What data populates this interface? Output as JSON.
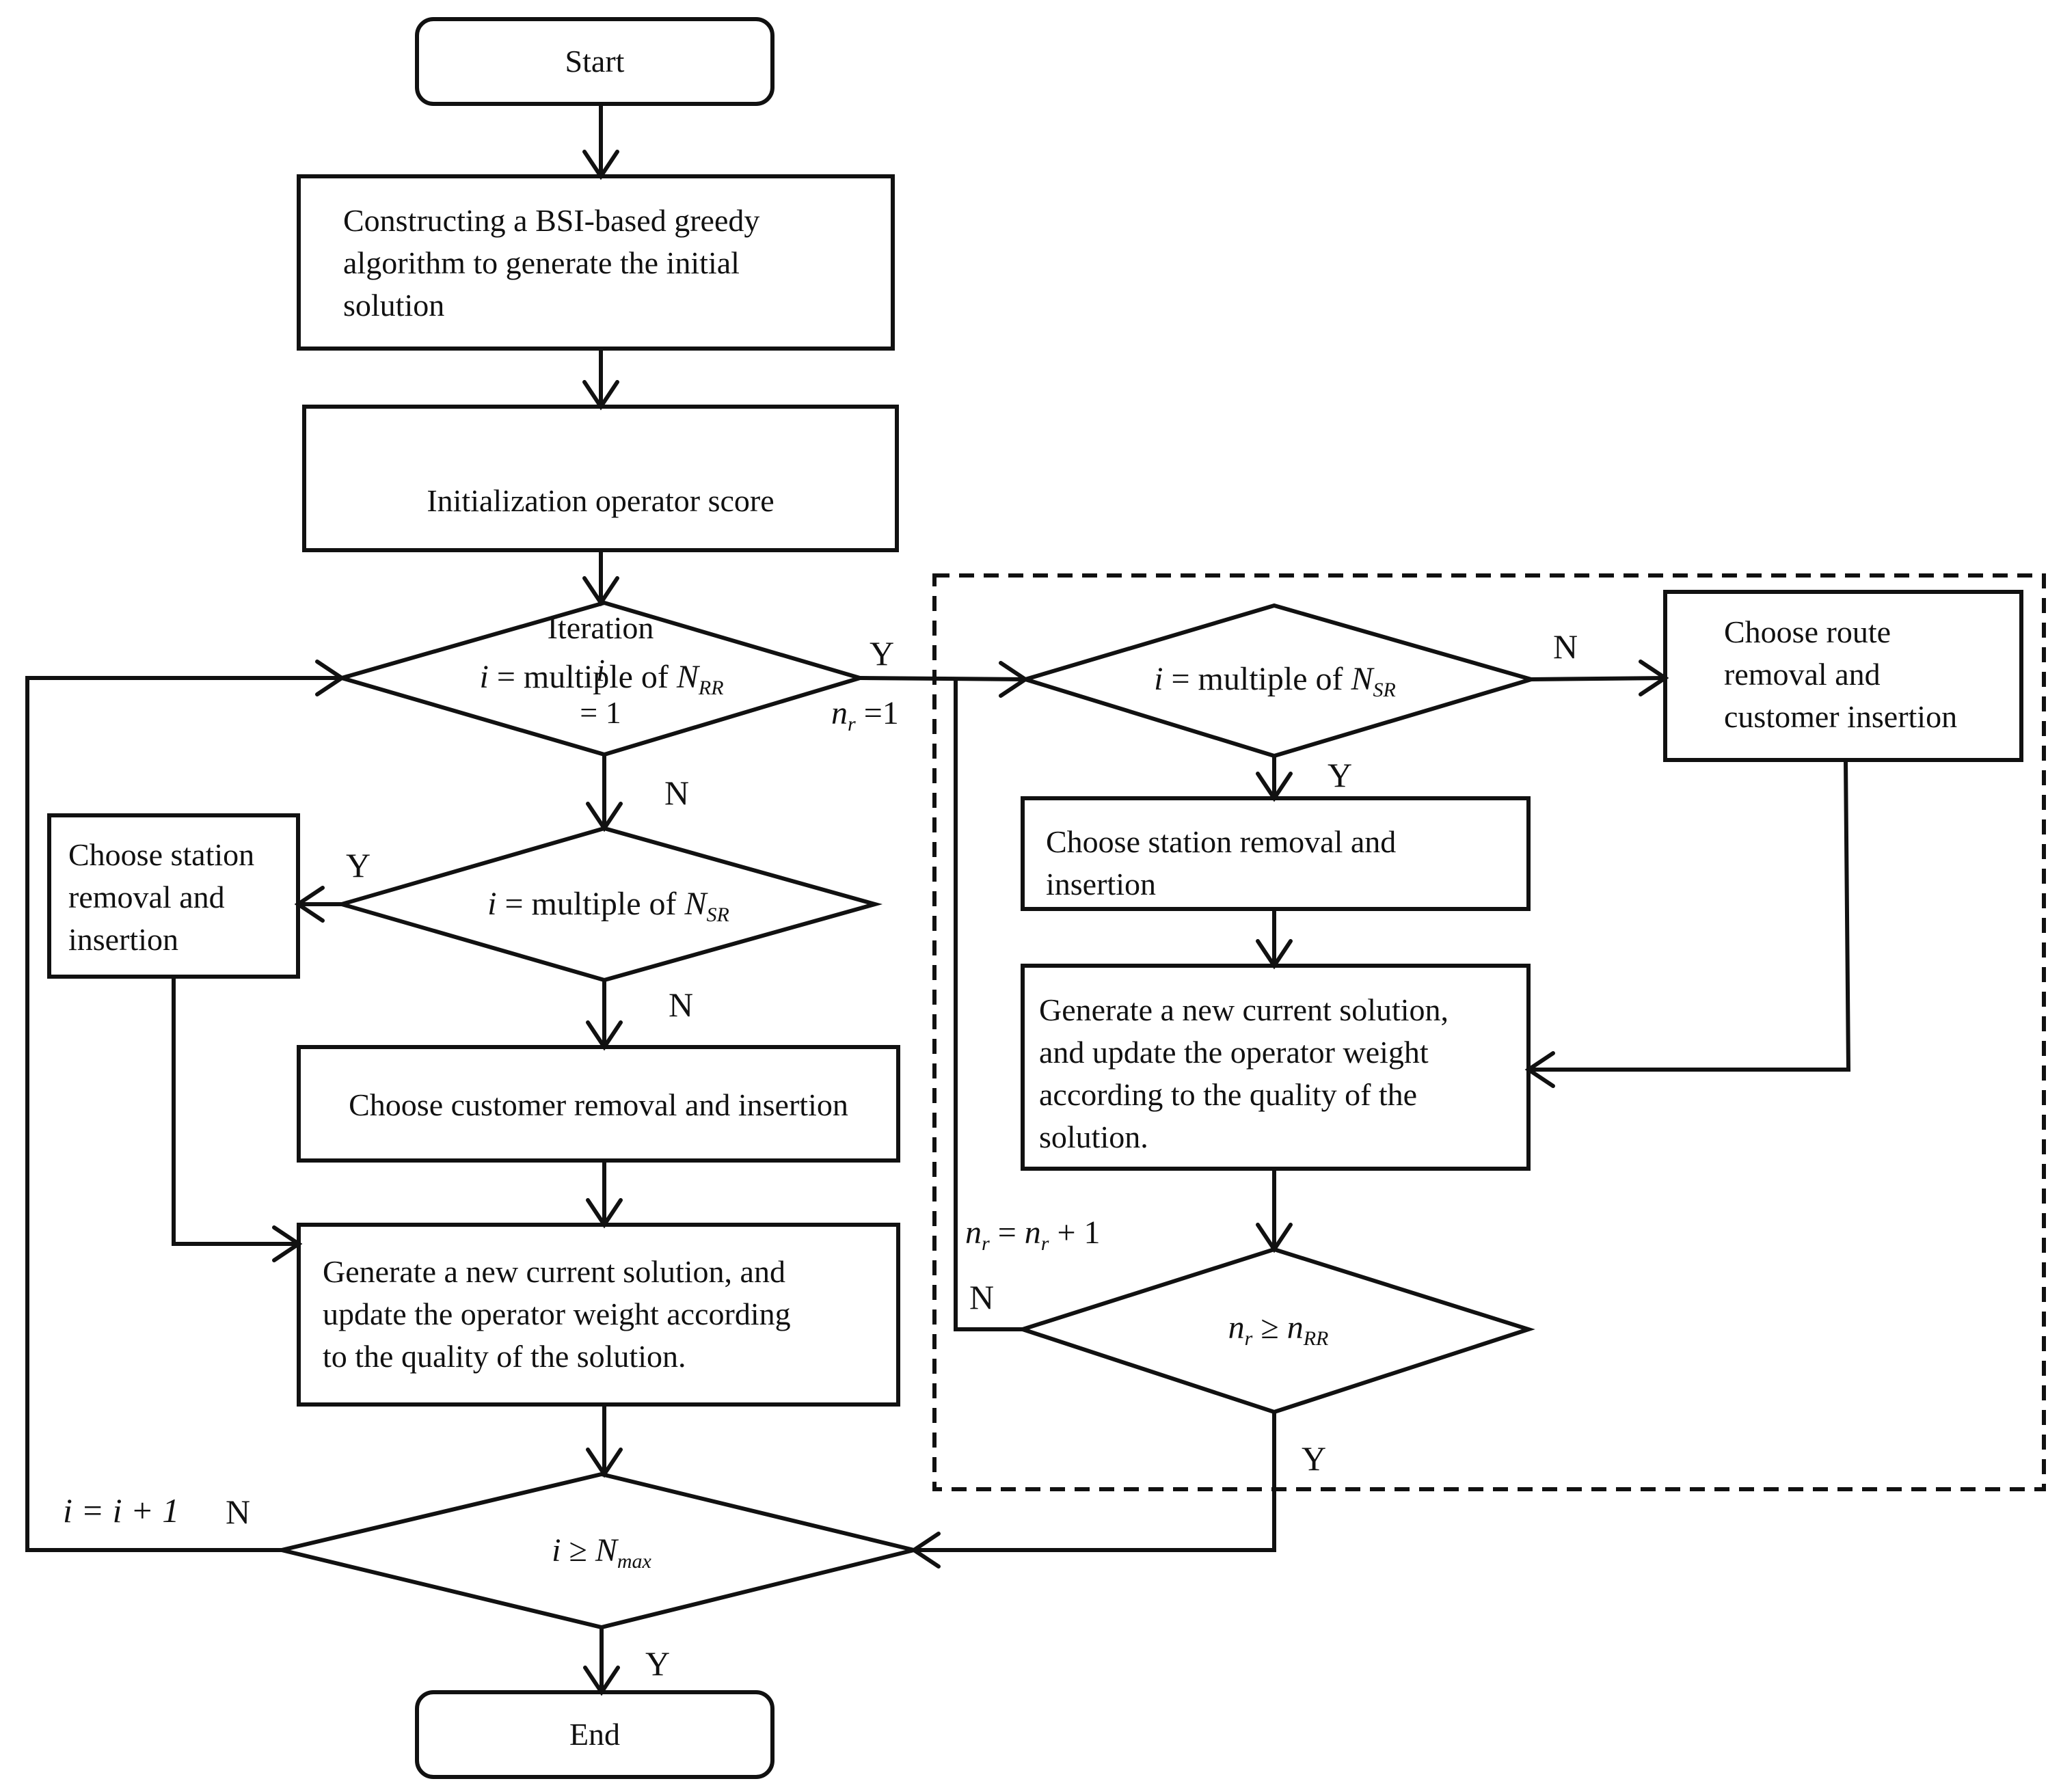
{
  "nodes": {
    "start": "Start",
    "greedy": "Constructing a BSI-based greedy\nalgorithm to generate the initial\nsolution",
    "init_line1": "Initialization operator score",
    "init_line2_prefix": "Iteration",
    "init_var": "i",
    "init_rest": "= 1",
    "d1_var": "i",
    "d1_mid": "= multiple of",
    "d1_N": "N",
    "d1_sub": "RR",
    "d2_var": "i",
    "d2_mid": "= multiple of",
    "d2_N": "N",
    "d2_sub": "SR",
    "station_left": "Choose station\nremoval and\ninsertion",
    "customer": "Choose customer removal and insertion",
    "gen_left": "Generate a new current solution, and\nupdate the operator weight according\nto the quality of the solution.",
    "dmax_var": "i",
    "dmax_mid": "≥",
    "dmax_N": "N",
    "dmax_sub": "max",
    "end": "End",
    "d3_var": "i",
    "d3_mid": "= multiple of",
    "d3_N": "N",
    "d3_sub": "SR",
    "route": "Choose route\nremoval and\ncustomer insertion",
    "station_right": "Choose station removal and\ninsertion",
    "gen_right": "Generate a new current solution,\nand update the operator weight\naccording to the quality of the\nsolution.",
    "d4_n": "n",
    "d4_r": "r",
    "d4_mid": "≥",
    "d4_n2": "n",
    "d4_sub": "RR"
  },
  "labels": {
    "y_main": "Y",
    "nr_init_n": "n",
    "nr_init_r": "r",
    "nr_init_rest": "=1",
    "n_d1": "N",
    "y_d2": "Y",
    "n_d2": "N",
    "n_d3": "N",
    "y_d3": "Y",
    "nr_inc_n": "n",
    "nr_inc_r": "r",
    "nr_inc_mid": "=",
    "nr_inc_n2": "n",
    "nr_inc_r2": "r",
    "nr_inc_rest": "+ 1",
    "n_d4": "N",
    "y_d4": "Y",
    "i_inc": "i = i + 1",
    "n_dmax": "N",
    "y_dmax": "Y"
  },
  "colors": {
    "stroke": "#111111",
    "fill": "#ffffff"
  }
}
